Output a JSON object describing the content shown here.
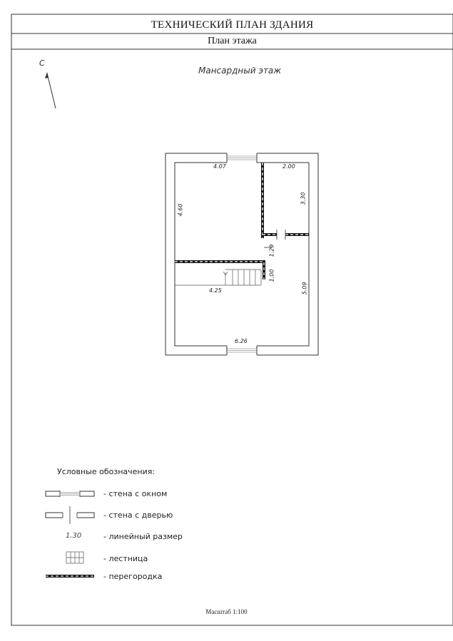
{
  "header": {
    "title": "ТЕХНИЧЕСКИЙ ПЛАН ЗДАНИЯ",
    "subtitle": "План этажа"
  },
  "floor_name": "Мансардный этаж",
  "north_label": "С",
  "dimensions": {
    "room1_width": "4.07",
    "room2_width": "2.00",
    "room2_height": "3.30",
    "room1_height": "4.60",
    "door_gap": "1.29",
    "stair_depth": "1.00",
    "stair_width": "4.25",
    "room3_height": "5.09",
    "total_width": "6.26"
  },
  "legend": {
    "title": "Условные обозначения:",
    "items": [
      {
        "symbol": "wall-window",
        "label": "- стена с окном"
      },
      {
        "symbol": "wall-door",
        "label": "- стена с дверью"
      },
      {
        "symbol": "linear-dimension",
        "sample": "1.30",
        "label": "- линейный размер"
      },
      {
        "symbol": "stairs",
        "label": "- лестница"
      },
      {
        "symbol": "partition",
        "label": "- перегородка"
      }
    ]
  },
  "scale": "Масштаб 1:100"
}
